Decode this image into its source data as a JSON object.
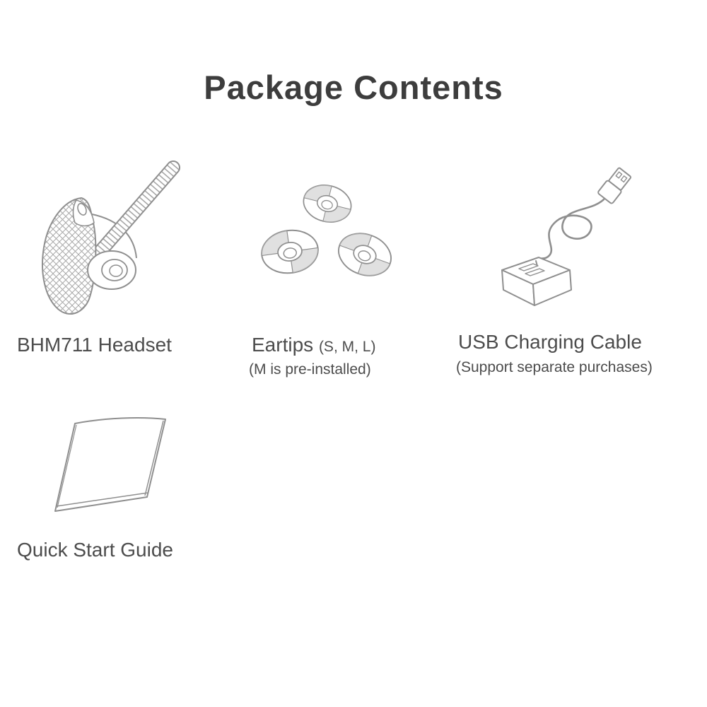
{
  "page": {
    "title": "Package Contents"
  },
  "items": {
    "headset": {
      "label": "BHM711 Headset",
      "illustration": "bluetooth-headset-line-art"
    },
    "eartips": {
      "label": "Eartips",
      "sizes": "(S, M, L)",
      "note": "(M is pre-installed)",
      "illustration": "three-eartips-line-art"
    },
    "usb_cable": {
      "label": "USB Charging Cable",
      "note": "(Support separate purchases)",
      "illustration": "usb-cable-with-charging-cradle-line-art"
    },
    "guide": {
      "label": "Quick Start Guide",
      "illustration": "booklet-line-art"
    }
  },
  "colors": {
    "line_art": "#8f8f8f",
    "label_text": "#4c4c4c",
    "title_text": "#3d3d3d",
    "background": "#ffffff"
  }
}
